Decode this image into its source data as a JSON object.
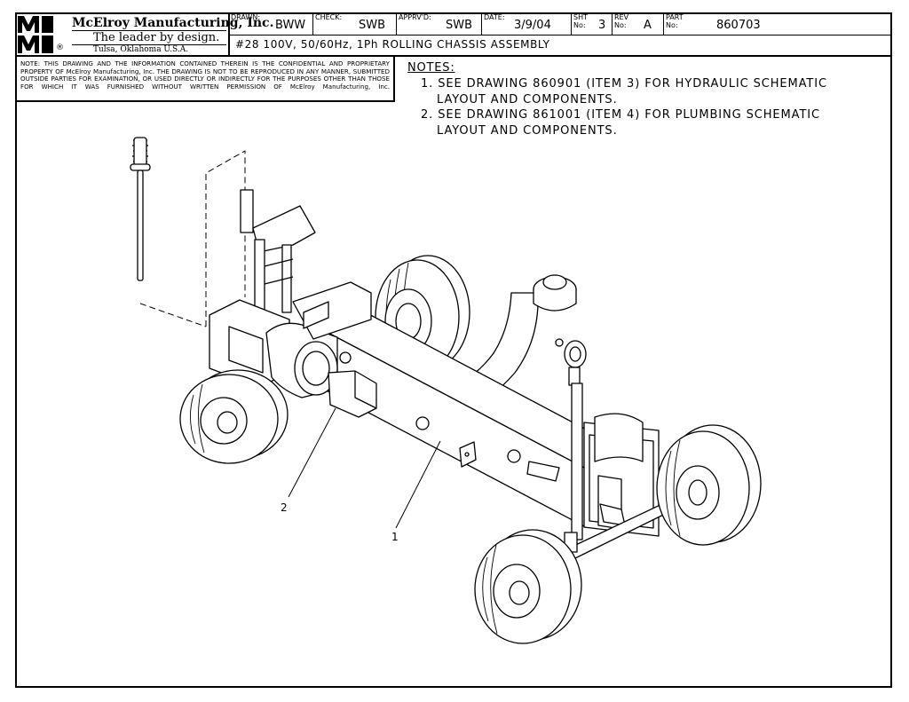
{
  "title_block": {
    "company": "McElroy Manufacturing, Inc.",
    "tagline": "The leader by design.",
    "location": "Tulsa, Oklahoma U.S.A.",
    "registered_mark": "®",
    "logo_text": "MMI",
    "drawn_label": "DRAWN:",
    "drawn_value": "BWW",
    "check_label": "CHECK:",
    "check_value": "SWB",
    "approved_label": "APPRV'D:",
    "approved_value": "SWB",
    "date_label": "DATE:",
    "date_value": "3/9/04",
    "sheet_label_1": "SHT",
    "sheet_label_2": "No:",
    "sheet_value": "3",
    "rev_label_1": "REV",
    "rev_label_2": "No:",
    "rev_value": "A",
    "part_label_1": "PART",
    "part_label_2": "No:",
    "part_value": "860703",
    "drawing_title": "#28 100V, 50/60Hz, 1Ph ROLLING CHASSIS ASSEMBLY"
  },
  "confidential_note": "NOTE: THIS DRAWING AND THE INFORMATION CONTAINED THEREIN IS THE CONFIDENTIAL AND PROPRIETARY PROPERTY OF McElroy Manufacturing, Inc. THE DRAWING IS NOT TO BE REPRODUCED IN ANY MANNER, SUBMITTED OUTSIDE PARTIES FOR EXAMINATION, OR USED DIRECTLY OR INDIRECTLY FOR THE PURPOSES OTHER THAN THOSE FOR WHICH IT WAS FURNISHED WITHOUT WRITTEN PERMISSION OF McElroy Manufacturing, Inc.",
  "notes": {
    "heading": "NOTES:",
    "items": [
      {
        "line1": "1. SEE DRAWING 860901 (ITEM 3) FOR HYDRAULIC SCHEMATIC",
        "line2": "LAYOUT AND COMPONENTS."
      },
      {
        "line1": "2. SEE DRAWING 861001 (ITEM 4) FOR PLUMBING SCHEMATIC",
        "line2": "LAYOUT AND COMPONENTS."
      }
    ]
  },
  "callouts": [
    "1",
    "2"
  ]
}
